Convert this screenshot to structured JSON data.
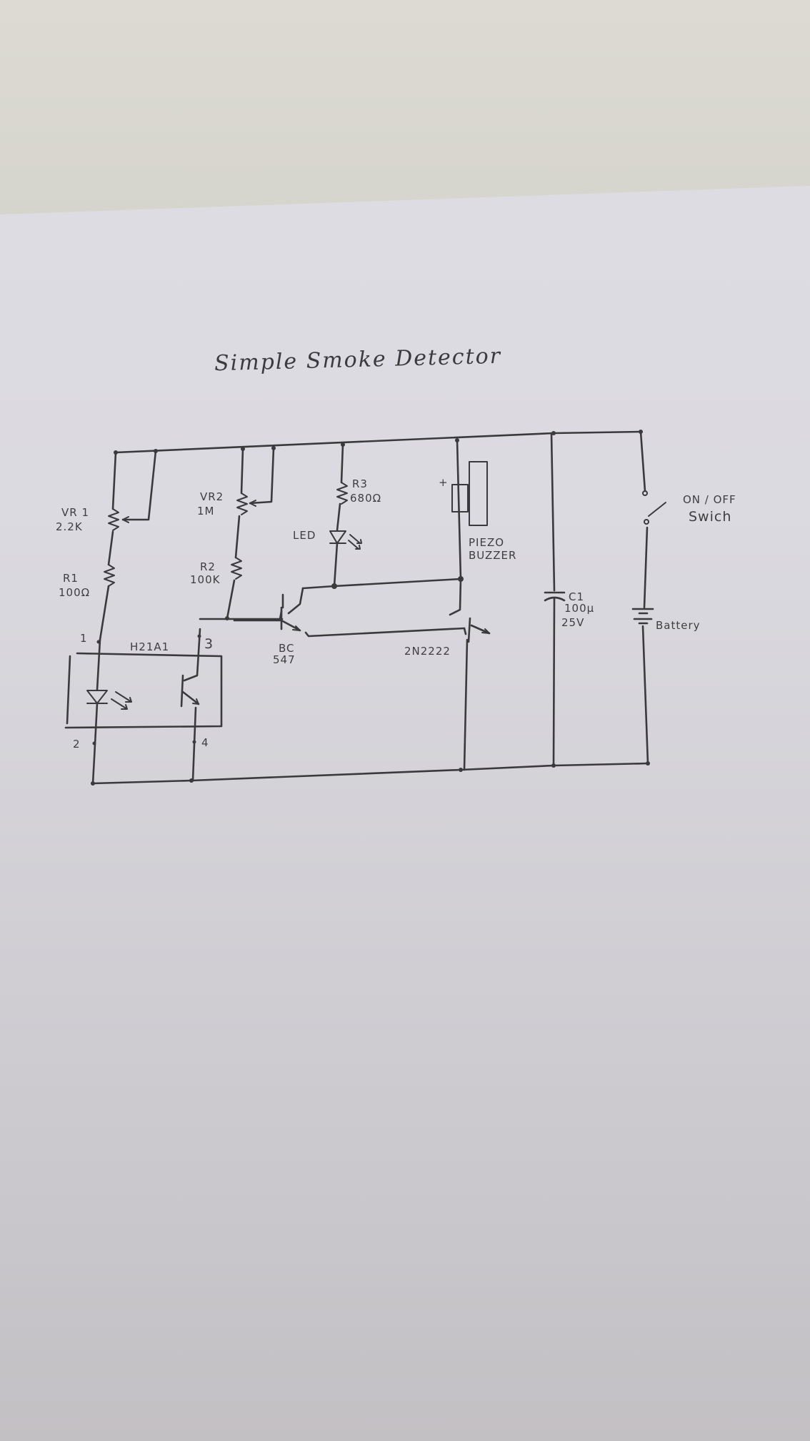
{
  "diagram": {
    "title": "Simple Smoke Detector",
    "components": {
      "vr1": {
        "name": "VR 1",
        "value": "2.2K"
      },
      "r1": {
        "name": "R1",
        "value": "100Ω"
      },
      "vr2": {
        "name": "VR2",
        "value": "1M"
      },
      "r2": {
        "name": "R2",
        "value": "100K"
      },
      "r3": {
        "name": "R3",
        "value": "680Ω"
      },
      "led": {
        "name": "LED"
      },
      "buzzer": {
        "name_line1": "PIEZO",
        "name_line2": "BUZZER",
        "polarity": "+"
      },
      "q1": {
        "line1": "BC",
        "line2": "547"
      },
      "q2": {
        "name": "2N2222"
      },
      "optocoupler": {
        "name": "H21A1",
        "pin1": "1",
        "pin2": "2",
        "pin3": "3",
        "pin4": "4"
      },
      "c1": {
        "name": "C1",
        "value": "100μ",
        "voltage": "25V"
      },
      "switch": {
        "line1": "ON / OFF",
        "line2": "Swich"
      },
      "battery": {
        "name": "Battery"
      }
    },
    "colors": {
      "ink": "#3a3a3c",
      "paper": "#dedde3",
      "background": "#d8d6cf"
    }
  }
}
